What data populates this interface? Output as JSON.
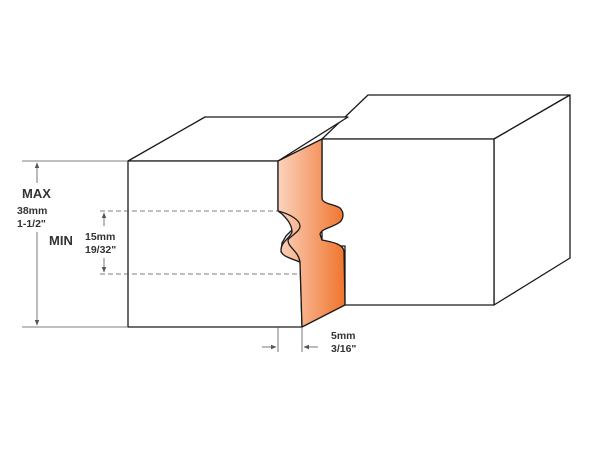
{
  "labels": {
    "max": "MAX",
    "max_mm": "38mm",
    "max_in": "1-1/2\"",
    "min": "MIN",
    "min_mm": "15mm",
    "min_in": "19/32\"",
    "offset_mm": "5mm",
    "offset_in": "3/16\""
  },
  "colors": {
    "profile_fill_light": "#fbd3bd",
    "profile_fill_dark": "#f0742d",
    "line": "#1a1a1a",
    "dimension": "#555555",
    "text": "#333333"
  }
}
